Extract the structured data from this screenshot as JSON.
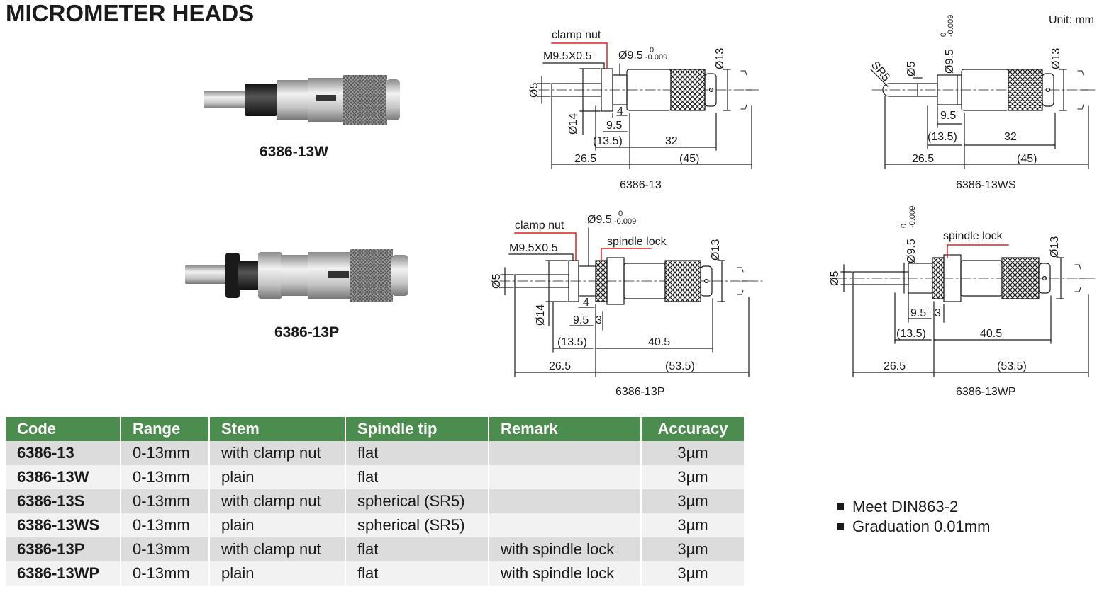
{
  "page": {
    "title": "MICROMETER HEADS",
    "unit": "Unit: mm"
  },
  "photos": [
    {
      "caption": "6386-13W"
    },
    {
      "caption": "6386-13P"
    }
  ],
  "drawings": {
    "d1": {
      "label": "6386-13",
      "clamp": "clamp nut",
      "thread": "M9.5X0.5",
      "dia": "Ø9.5",
      "tol": "0",
      "tol2": "-0.009",
      "d5": "Ø5",
      "d13": "Ø13",
      "d14": "Ø14",
      "n4": "4",
      "n95": "9.5",
      "n135": "(13.5)",
      "n32": "32",
      "n265": "26.5",
      "n45": "(45)"
    },
    "d2": {
      "label": "6386-13WS",
      "sr": "SR5",
      "d5": "Ø5",
      "dia": "Ø9.5",
      "tol": "0",
      "tol2": "-0.009",
      "d13": "Ø13",
      "n95": "9.5",
      "n135": "(13.5)",
      "n32": "32",
      "n265": "26.5",
      "n45": "(45)"
    },
    "d3": {
      "label": "6386-13P",
      "clamp": "clamp nut",
      "thread": "M9.5X0.5",
      "dia": "Ø9.5",
      "tol": "0",
      "tol2": "-0.009",
      "lock": "spindle lock",
      "d5": "Ø5",
      "d13": "Ø13",
      "d14": "Ø14",
      "n4": "4",
      "n95": "9.5",
      "n3": "3",
      "n135": "(13.5)",
      "n405": "40.5",
      "n265": "26.5",
      "n535": "(53.5)"
    },
    "d4": {
      "label": "6386-13WP",
      "dia": "Ø9.5",
      "tol": "0",
      "tol2": "-0.009",
      "lock": "spindle lock",
      "d5": "Ø5",
      "d13": "Ø13",
      "n95": "9.5",
      "n3": "3",
      "n135": "(13.5)",
      "n405": "40.5",
      "n265": "26.5",
      "n535": "(53.5)"
    }
  },
  "table": {
    "headers": [
      "Code",
      "Range",
      "Stem",
      "Spindle tip",
      "Remark",
      "Accuracy"
    ],
    "rows": [
      [
        "6386-13",
        "0-13mm",
        "with clamp nut",
        "flat",
        "",
        "3µm"
      ],
      [
        "6386-13W",
        "0-13mm",
        "plain",
        "flat",
        "",
        "3µm"
      ],
      [
        "6386-13S",
        "0-13mm",
        "with clamp nut",
        "spherical (SR5)",
        "",
        "3µm"
      ],
      [
        "6386-13WS",
        "0-13mm",
        "plain",
        "spherical (SR5)",
        "",
        "3µm"
      ],
      [
        "6386-13P",
        "0-13mm",
        "with clamp nut",
        "flat",
        "with spindle lock",
        "3µm"
      ],
      [
        "6386-13WP",
        "0-13mm",
        "plain",
        "flat",
        "with spindle lock",
        "3µm"
      ]
    ]
  },
  "notes": [
    "Meet DIN863-2",
    "Graduation 0.01mm"
  ],
  "colors": {
    "header_green": "#4c8c4f",
    "row_dark": "#dcdcdc",
    "row_light": "#f2f2f2",
    "leader_red": "#e02020"
  }
}
